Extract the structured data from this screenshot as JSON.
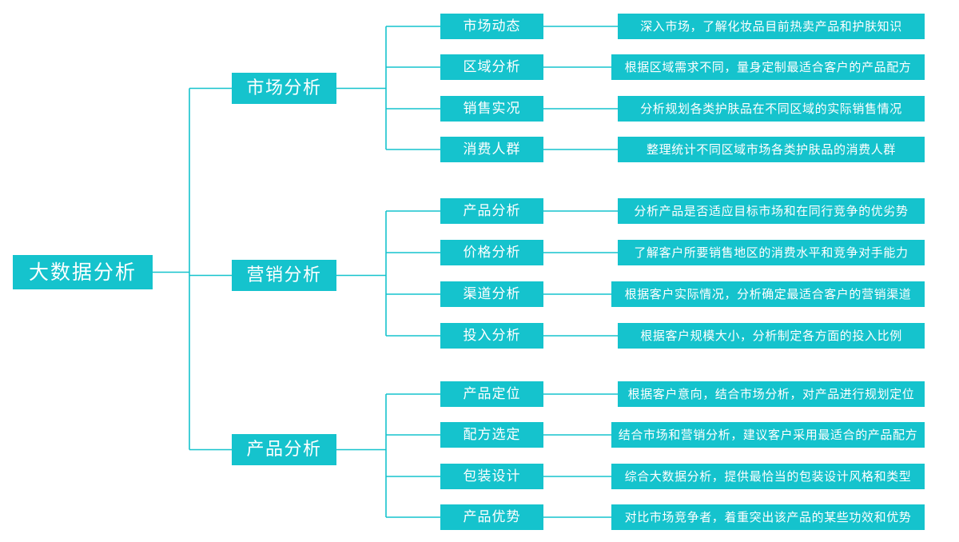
{
  "diagram": {
    "type": "mindmap",
    "orientation": "left-to-right",
    "accent_color": "#15c3cd",
    "connector_color": "#15c3cd",
    "text_color": "#ffffff",
    "background_color": "#ffffff",
    "root": {
      "label": "大数据分析"
    },
    "branches": [
      {
        "label": "市场分析",
        "children": [
          {
            "label": "市场动态",
            "description": "深入市场，了解化妆品目前热卖产品和护肤知识"
          },
          {
            "label": "区域分析",
            "description": "根据区域需求不同，量身定制最适合客户的产品配方"
          },
          {
            "label": "销售实况",
            "description": "分析规划各类护肤品在不同区域的实际销售情况"
          },
          {
            "label": "消费人群",
            "description": "整理统计不同区域市场各类护肤品的消费人群"
          }
        ]
      },
      {
        "label": "营销分析",
        "children": [
          {
            "label": "产品分析",
            "description": "分析产品是否适应目标市场和在同行竞争的优劣势"
          },
          {
            "label": "价格分析",
            "description": "了解客户所要销售地区的消费水平和竞争对手能力"
          },
          {
            "label": "渠道分析",
            "description": "根据客户实际情况，分析确定最适合客户的营销渠道"
          },
          {
            "label": "投入分析",
            "description": "根据客户规模大小，分析制定各方面的投入比例"
          }
        ]
      },
      {
        "label": "产品分析",
        "children": [
          {
            "label": "产品定位",
            "description": "根据客户意向，结合市场分析，对产品进行规划定位"
          },
          {
            "label": "配方选定",
            "description": "结合市场和营销分析，建议客户采用最适合的产品配方"
          },
          {
            "label": "包装设计",
            "description": "综合大数据分析，提供最恰当的包装设计风格和类型"
          },
          {
            "label": "产品优势",
            "description": "对比市场竞争者，着重突出该产品的某些功效和优势"
          }
        ]
      }
    ]
  }
}
